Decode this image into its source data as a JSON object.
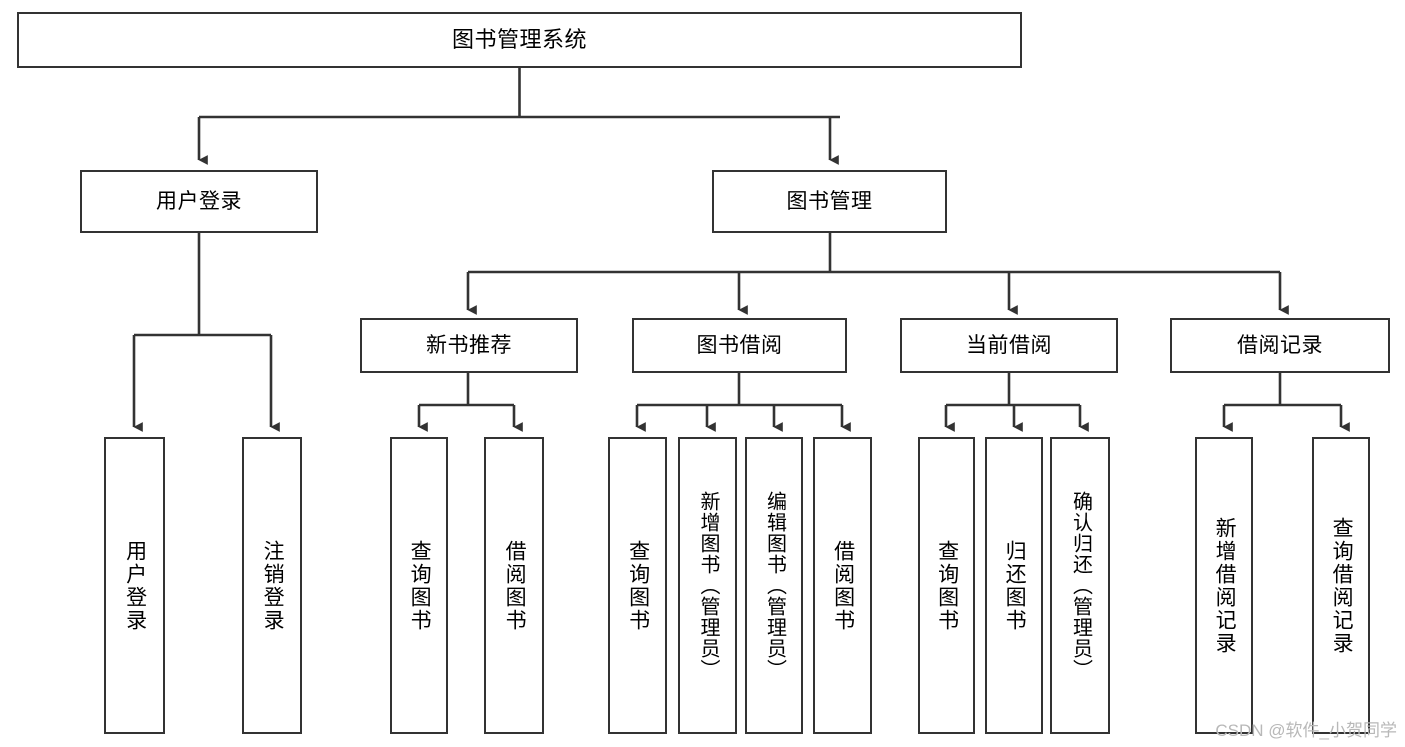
{
  "diagram": {
    "title": "图书管理系统",
    "type": "hierarchy-tree",
    "watermark": "CSDN @软件_小贺同学",
    "colors": {
      "border": "#333333",
      "background": "#ffffff",
      "text": "#000000",
      "watermark": "#b8b8b8"
    },
    "levels": {
      "root": {
        "label": "图书管理系统"
      },
      "level2": [
        {
          "label": "用户登录"
        },
        {
          "label": "图书管理"
        }
      ],
      "level3": [
        {
          "label": "新书推荐"
        },
        {
          "label": "图书借阅"
        },
        {
          "label": "当前借阅"
        },
        {
          "label": "借阅记录"
        }
      ],
      "leaves": [
        {
          "label": "用户登录",
          "parent": "用户登录"
        },
        {
          "label": "注销登录",
          "parent": "用户登录"
        },
        {
          "label": "查询图书",
          "parent": "新书推荐"
        },
        {
          "label": "借阅图书",
          "parent": "新书推荐"
        },
        {
          "label": "查询图书",
          "parent": "图书借阅"
        },
        {
          "label": "新增图书（管理员）",
          "parent": "图书借阅"
        },
        {
          "label": "编辑图书（管理员）",
          "parent": "图书借阅"
        },
        {
          "label": "借阅图书",
          "parent": "图书借阅"
        },
        {
          "label": "查询图书",
          "parent": "当前借阅"
        },
        {
          "label": "归还图书",
          "parent": "当前借阅"
        },
        {
          "label": "确认归还（管理员）",
          "parent": "当前借阅"
        },
        {
          "label": "新增借阅记录",
          "parent": "借阅记录"
        },
        {
          "label": "查询借阅记录",
          "parent": "借阅记录"
        }
      ]
    }
  }
}
